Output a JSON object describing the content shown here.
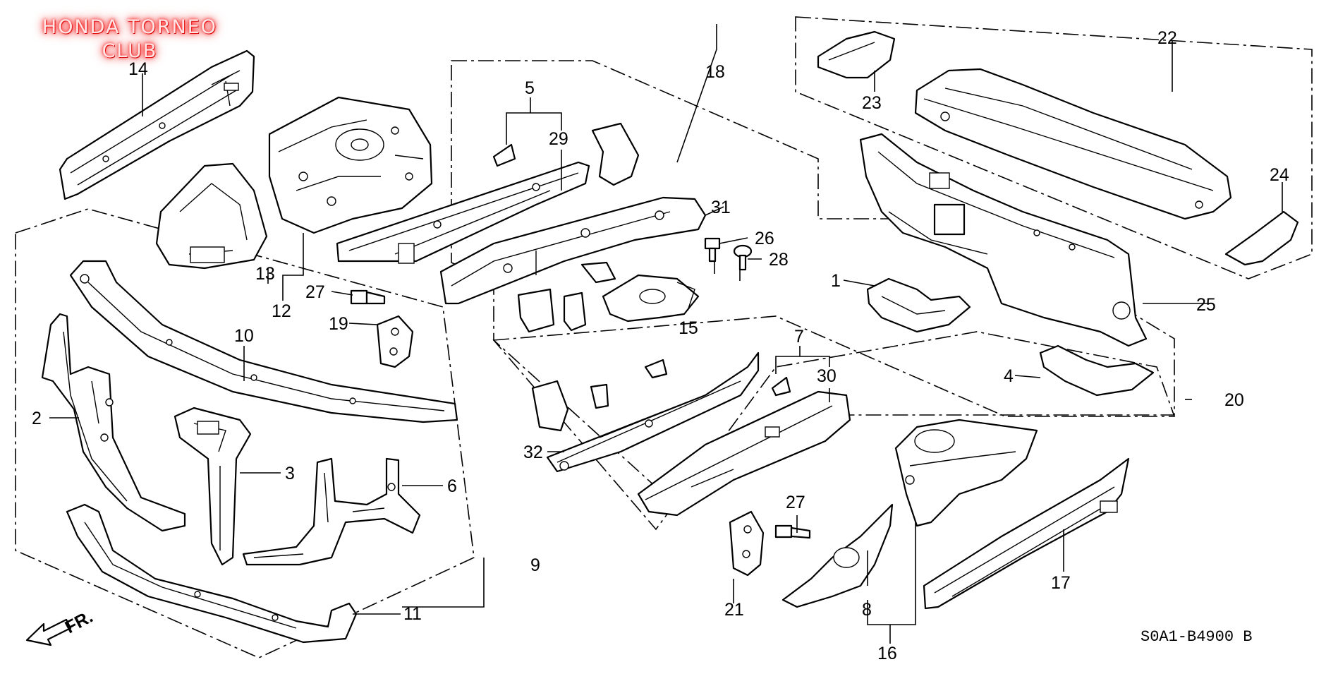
{
  "watermark": {
    "line1": "HONDA TORNEO",
    "line2": "CLUB"
  },
  "diagram_code": "S0A1-B4900 B",
  "direction_indicator": "FR.",
  "callouts": {
    "c1": "1",
    "c2": "2",
    "c3": "3",
    "c4": "4",
    "c5": "5",
    "c6": "6",
    "c7": "7",
    "c8": "8",
    "c9": "9",
    "c10": "10",
    "c11": "11",
    "c12": "12",
    "c13": "13",
    "c14": "14",
    "c15": "15",
    "c16": "16",
    "c17": "17",
    "c18": "18",
    "c19": "19",
    "c20": "20",
    "c21": "21",
    "c22": "22",
    "c23": "23",
    "c24": "24",
    "c25": "25",
    "c26": "26",
    "c27a": "27",
    "c27b": "27",
    "c28": "28",
    "c29": "29",
    "c30": "30",
    "c31": "31",
    "c32": "32"
  },
  "colors": {
    "line": "#000000",
    "background": "#ffffff",
    "watermark_glow": "#ff2020"
  }
}
